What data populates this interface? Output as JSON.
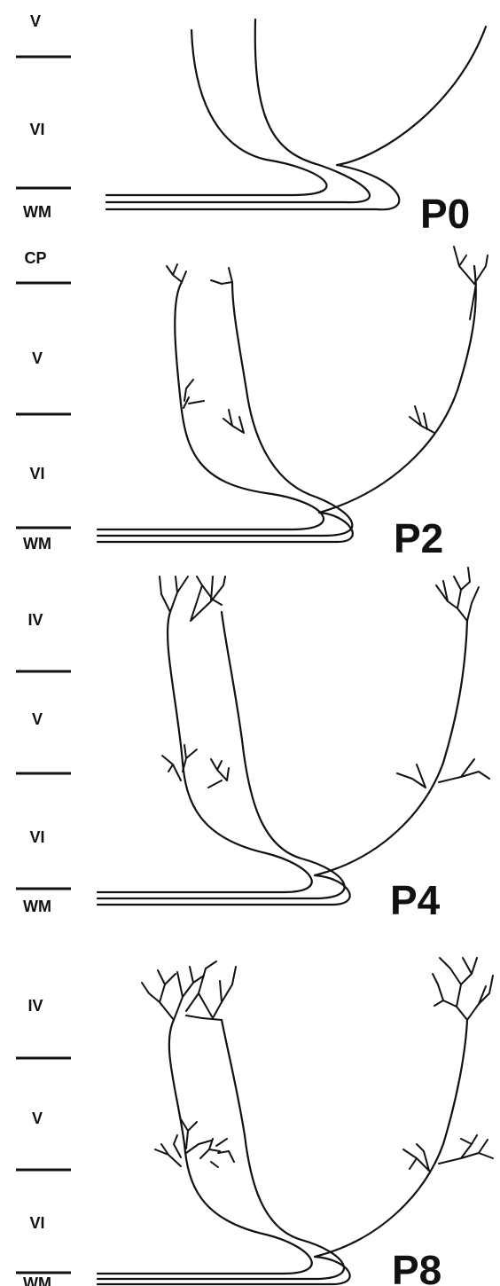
{
  "panels": [
    {
      "stage": "P0",
      "layers": [
        "V",
        "VI",
        "WM"
      ]
    },
    {
      "stage": "P2",
      "layers": [
        "CP",
        "V",
        "VI",
        "WM"
      ]
    },
    {
      "stage": "P4",
      "layers": [
        "IV",
        "V",
        "VI",
        "WM"
      ]
    },
    {
      "stage": "P8",
      "layers": [
        "IV",
        "V",
        "VI",
        "WM"
      ]
    }
  ]
}
